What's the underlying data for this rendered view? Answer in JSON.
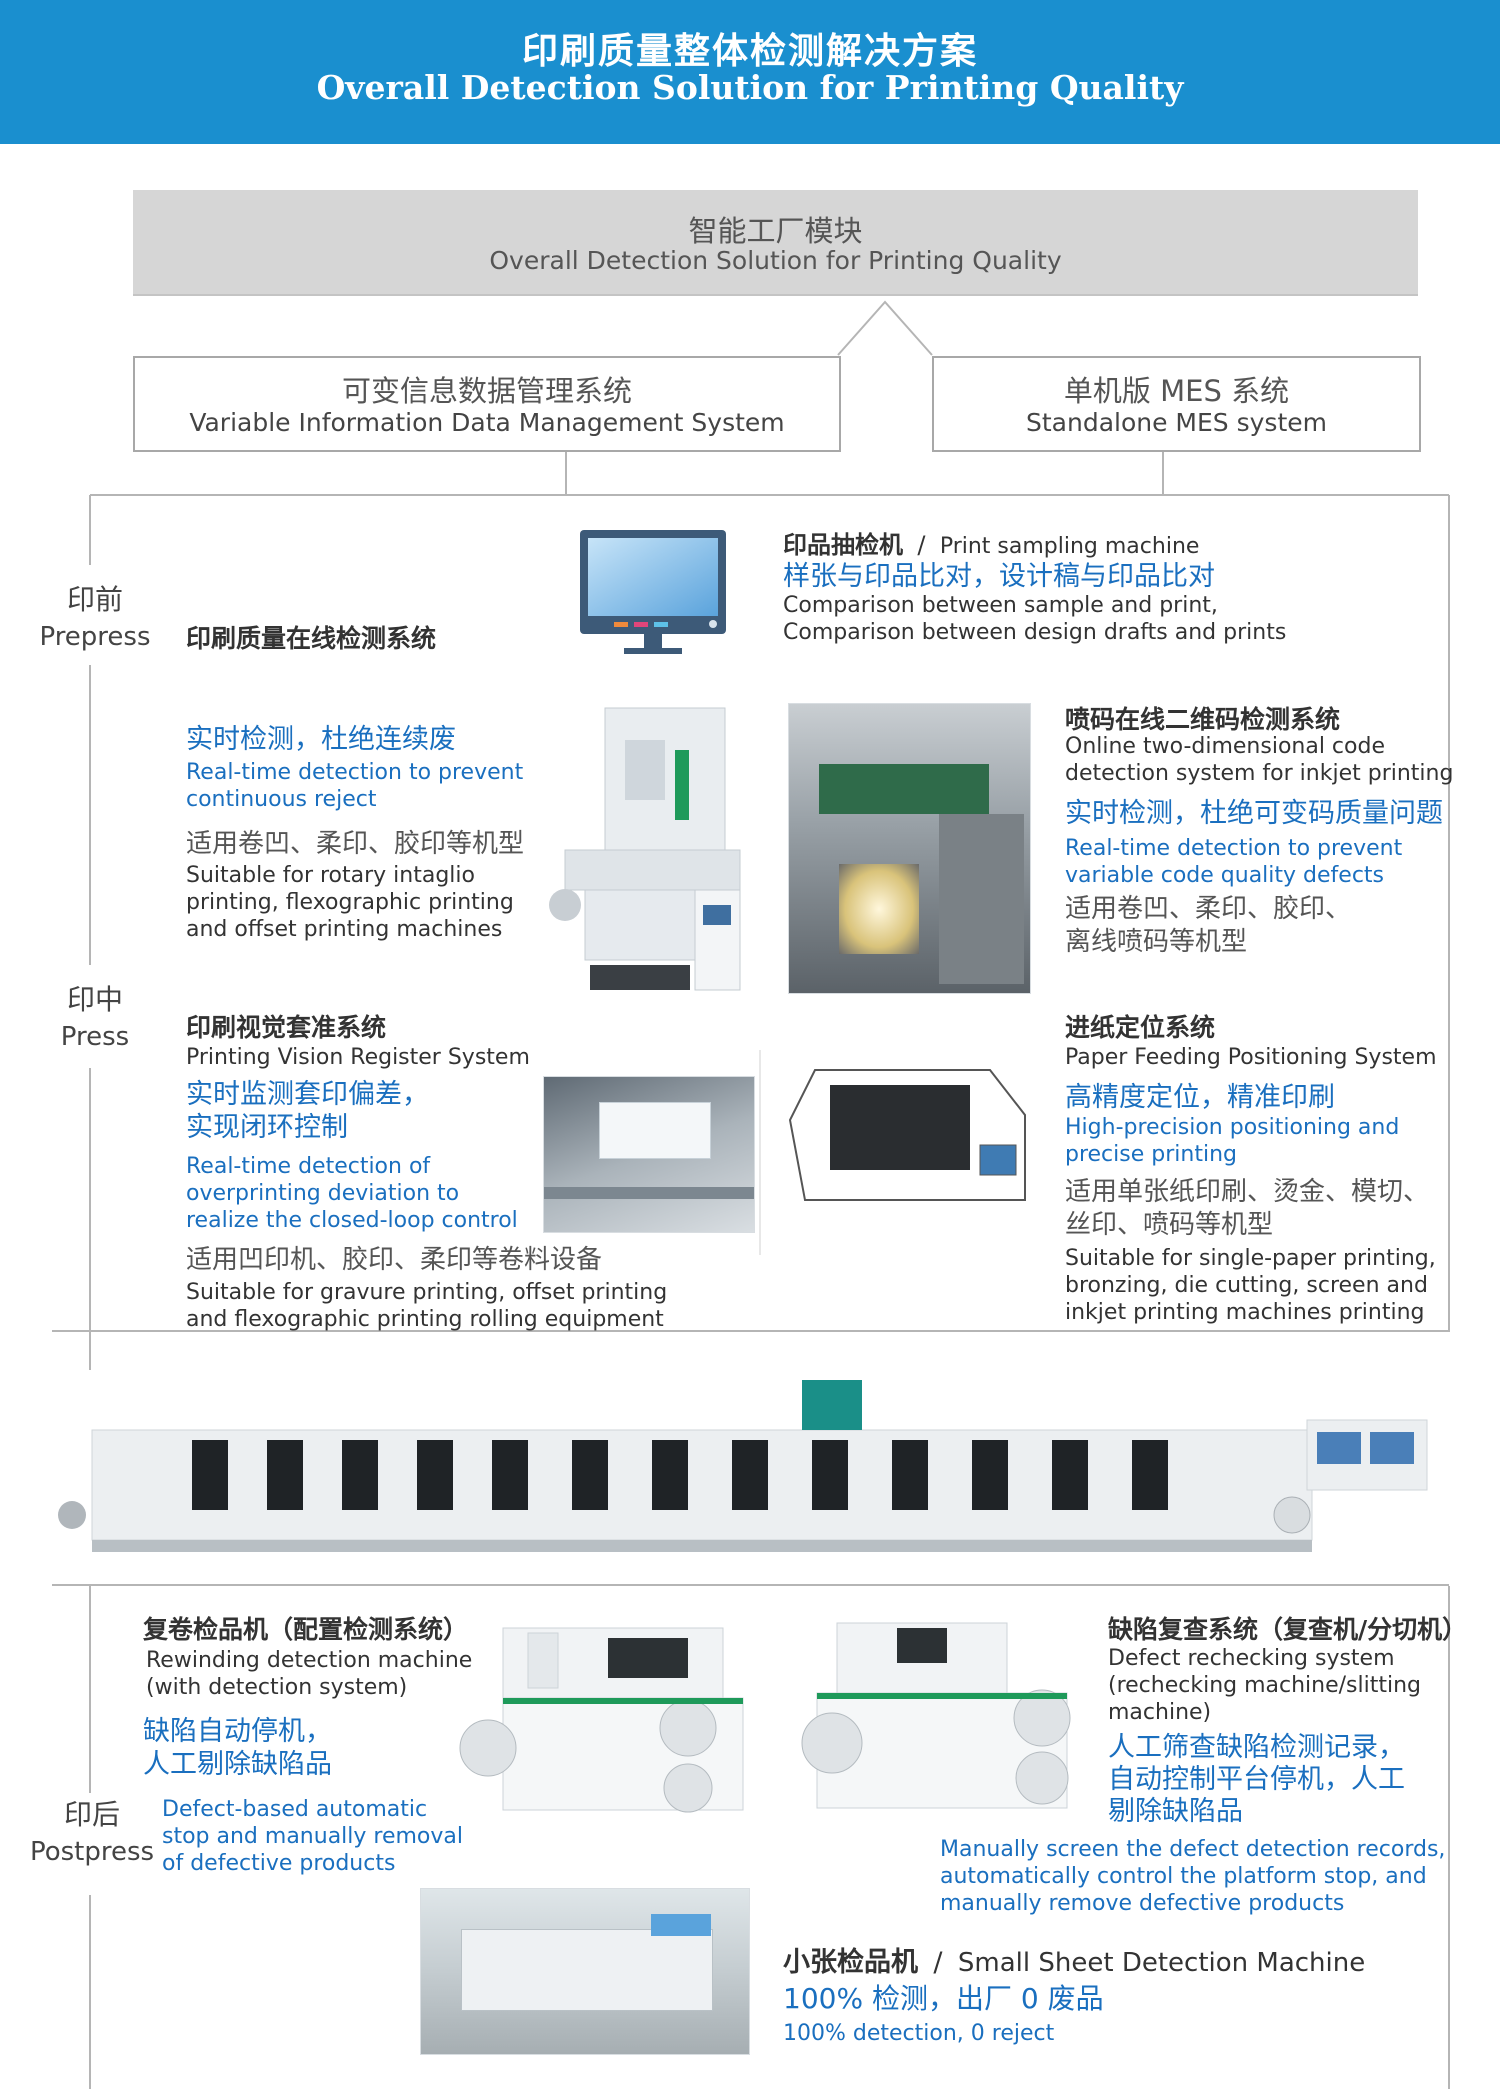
{
  "header": {
    "title_zh": "印刷质量整体检测解决方案",
    "title_en": "Overall Detection Solution for Printing Quality",
    "bg_color": "#1a8fcf"
  },
  "top_module": {
    "title_zh": "智能工厂模块",
    "title_en": "Overall Detection Solution for Printing Quality"
  },
  "systems": [
    {
      "zh": "可变信息数据管理系统",
      "en": "Variable Information Data Management System"
    },
    {
      "zh": "单机版 MES 系统",
      "en": "Standalone MES system"
    }
  ],
  "stages": {
    "prepress": {
      "zh": "印前",
      "en": "Prepress"
    },
    "press": {
      "zh": "印中",
      "en": "Press"
    },
    "postpress": {
      "zh": "印后",
      "en": "Postpress"
    }
  },
  "prepress": {
    "online_system": "印刷质量在线检测系统",
    "sampling": {
      "title_zh": "印品抽检机",
      "separator": "/",
      "title_en": "Print sampling machine",
      "feature_zh": "样张与印品比对，设计稿与印品比对",
      "desc_en_1": "Comparison between sample and print,",
      "desc_en_2": "Comparison between design drafts and prints"
    }
  },
  "press": {
    "realtime": {
      "feature_zh": "实时检测，杜绝连续废",
      "feature_en_1": "Real-time detection to prevent",
      "feature_en_2": "continuous reject",
      "suit_zh": "适用卷凹、柔印、胶印等机型",
      "suit_en_1": "Suitable for rotary intaglio",
      "suit_en_2": "printing, flexographic printing",
      "suit_en_3": "and offset printing machines"
    },
    "qr": {
      "title_zh": "喷码在线二维码检测系统",
      "title_en_1": "Online two-dimensional code",
      "title_en_2": "detection system for inkjet printing",
      "feature_zh": "实时检测，杜绝可变码质量问题",
      "feature_en_1": "Real-time detection to prevent",
      "feature_en_2": "variable code quality defects",
      "suit_zh_1": "适用卷凹、柔印、胶印、",
      "suit_zh_2": "离线喷码等机型"
    },
    "register": {
      "title_zh": "印刷视觉套准系统",
      "title_en": "Printing Vision Register System",
      "feature_zh_1": "实时监测套印偏差，",
      "feature_zh_2": "实现闭环控制",
      "feature_en_1": "Real-time detection of",
      "feature_en_2": "overprinting deviation to",
      "feature_en_3": "realize the closed-loop control",
      "suit_zh": "适用凹印机、胶印、柔印等卷料设备",
      "suit_en_1": "Suitable for gravure printing, offset printing",
      "suit_en_2": "and flexographic printing rolling equipment"
    },
    "feeding": {
      "title_zh": "进纸定位系统",
      "title_en": "Paper Feeding Positioning System",
      "feature_zh": "高精度定位，精准印刷",
      "feature_en_1": "High-precision positioning and",
      "feature_en_2": "precise printing",
      "suit_zh_1": "适用单张纸印刷、烫金、模切、",
      "suit_zh_2": "丝印、喷码等机型",
      "suit_en_1": "Suitable for single-paper printing,",
      "suit_en_2": "bronzing, die cutting, screen and",
      "suit_en_3": "inkjet printing machines printing"
    }
  },
  "postpress": {
    "rewinding": {
      "title_zh": "复卷检品机（配置检测系统）",
      "title_en_1": "Rewinding detection machine",
      "title_en_2": "(with detection system)",
      "feature_zh_1": "缺陷自动停机，",
      "feature_zh_2": "人工剔除缺陷品",
      "feature_en_1": "Defect-based automatic",
      "feature_en_2": "stop and manually removal",
      "feature_en_3": "of defective products"
    },
    "recheck": {
      "title_zh": "缺陷复查系统（复查机/分切机）",
      "title_en_1": "Defect rechecking system",
      "title_en_2": "(rechecking machine/slitting",
      "title_en_3": "machine)",
      "feature_zh_1": "人工筛查缺陷检测记录，",
      "feature_zh_2": "自动控制平台停机，人工",
      "feature_zh_3": "剔除缺陷品",
      "feature_en_1": "Manually screen the defect detection records,",
      "feature_en_2": "automatically control the platform stop, and",
      "feature_en_3": "manually remove defective products"
    },
    "small_sheet": {
      "title_zh": "小张检品机",
      "separator": "/",
      "title_en": "Small Sheet Detection Machine",
      "feature_zh": "100% 检测，出厂 0 废品",
      "feature_en": "100% detection, 0 reject"
    }
  }
}
